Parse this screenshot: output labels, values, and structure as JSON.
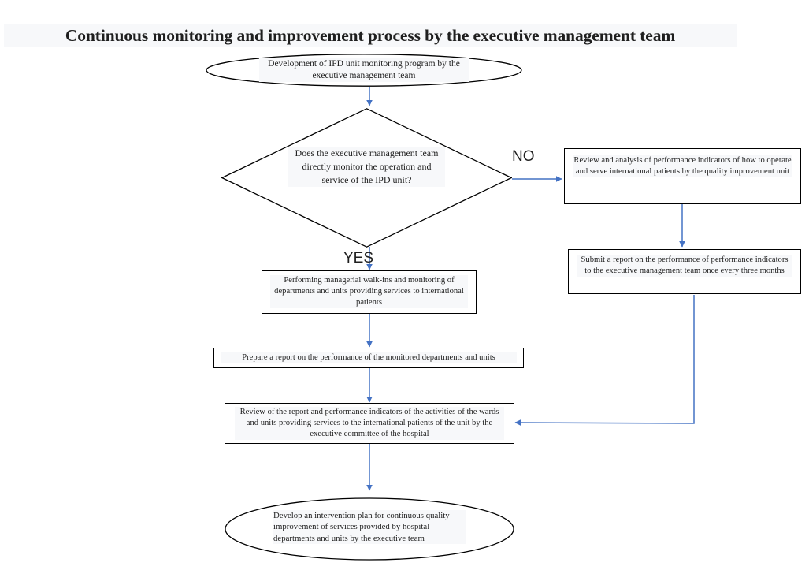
{
  "page": {
    "title": "Continuous monitoring and improvement process by the executive management team",
    "background_color": "#ffffff",
    "title_band_color": "#f7f8fa"
  },
  "colors": {
    "node_outline": "#000000",
    "connector": "#4472c4",
    "text": "#1f1f1f",
    "text_highlight": "#f7f8fa"
  },
  "nodes": {
    "start_oval": {
      "shape": "oval",
      "text": "Development of IPD unit monitoring program by the executive management team"
    },
    "decision_diamond": {
      "shape": "diamond",
      "text": "Does the executive management team directly monitor the operation and service of the IPD unit?"
    },
    "review_analysis_box": {
      "shape": "rectangle",
      "text": "Review and analysis of performance indicators of how to operate and serve international patients by the quality improvement unit"
    },
    "submit_report_box": {
      "shape": "rectangle",
      "text": "Submit a report on the performance of performance indicators to the executive management team once every three months"
    },
    "walk_ins_box": {
      "shape": "rectangle",
      "text": "Performing managerial walk-ins and monitoring of departments and units providing services to international patients"
    },
    "prepare_report_box": {
      "shape": "rectangle",
      "text": "Prepare a report on the performance of the monitored departments and units"
    },
    "review_report_box": {
      "shape": "rectangle",
      "text": "Review of the report and performance indicators of the activities of the wards and units providing services to the international patients of the unit by the executive committee of the hospital"
    },
    "end_oval": {
      "shape": "oval",
      "text": "Develop an intervention plan for continuous quality improvement of services provided by hospital departments and units by the executive team"
    }
  },
  "branch_labels": {
    "no": "NO",
    "yes": "YES"
  }
}
